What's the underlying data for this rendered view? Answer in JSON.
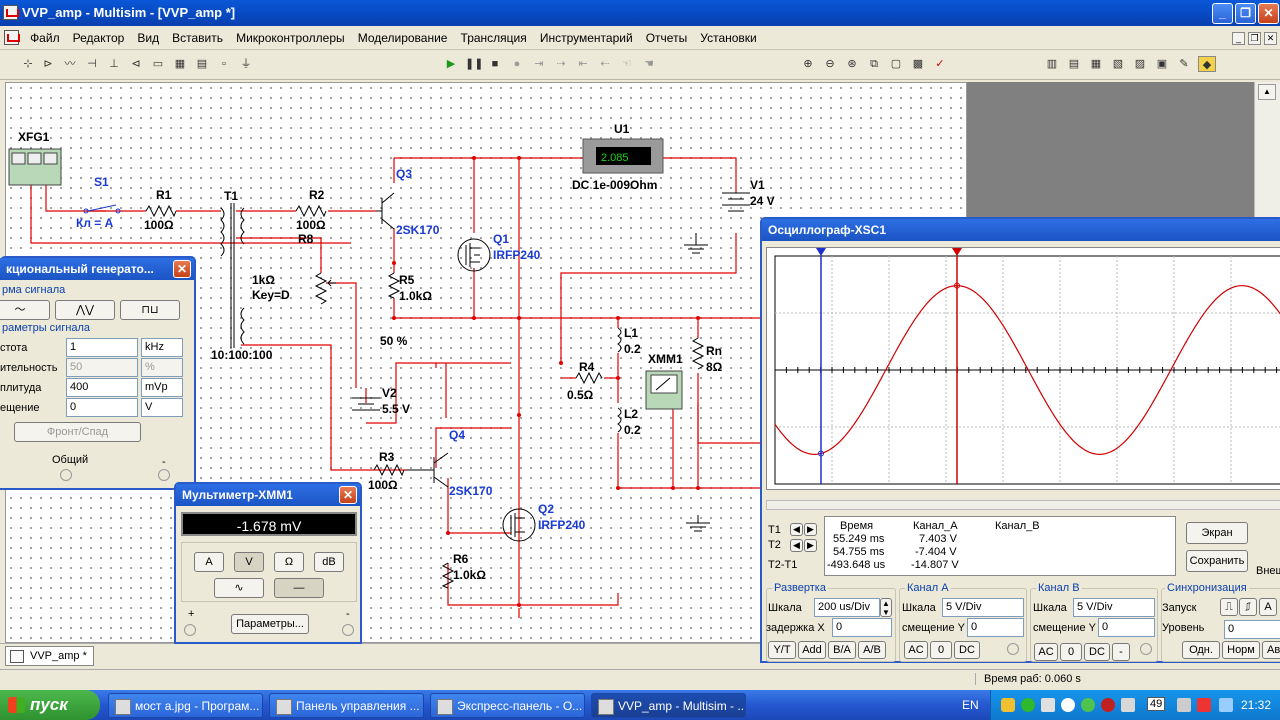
{
  "app": {
    "title": "VVP_amp - Multisim - [VVP_amp *]"
  },
  "menu": [
    "Файл",
    "Редактор",
    "Вид",
    "Вставить",
    "Микроконтроллеры",
    "Моделирование",
    "Трансляция",
    "Инструментарий",
    "Отчеты",
    "Установки"
  ],
  "schematic": {
    "xfg1": "XFG1",
    "s1": "S1",
    "key_a": "Кл = A",
    "r1": "R1",
    "r1_val": "100Ω",
    "t1": "T1",
    "t1_ratio": "10:100:100",
    "r2": "R2",
    "r2_val": "100Ω",
    "r8": "R8",
    "r8_val": "1kΩ",
    "r8_key": "Key=D",
    "r8_pct": "50 %",
    "q3": "Q3",
    "q3_type": "2SK170",
    "q1": "Q1",
    "q1_type": "IRFP240",
    "r5": "R5",
    "r5_val": "1.0kΩ",
    "u1": "U1",
    "u1_display": "2.085",
    "u1_mode": "DC  1e-009Ohm",
    "v1": "V1",
    "v1_val": "24 V",
    "l1": "L1",
    "l1_val": "0.2",
    "l2": "L2",
    "l2_val": "0.2",
    "xmm1": "XMM1",
    "rn": "Rn",
    "rn_val": "8Ω",
    "r4": "R4",
    "r4_val": "0.5Ω",
    "v2": "V2",
    "v2_val": "5.5 V",
    "q4": "Q4",
    "q4_type": "2SK170",
    "r3": "R3",
    "r3_val": "100Ω",
    "q2": "Q2",
    "q2_type": "IRFP240",
    "r6": "R6",
    "r6_val": "1.0kΩ"
  },
  "fgen": {
    "title": "кциональный генерато...",
    "waveform_label": "рма сигнала",
    "params_label": "раметры сигнала",
    "rows": [
      {
        "label": "стота",
        "value": "1",
        "unit": "kHz"
      },
      {
        "label": "ительность",
        "value": "50",
        "unit": "%"
      },
      {
        "label": "плитуда",
        "value": "400",
        "unit": "mVp"
      },
      {
        "label": "ещение",
        "value": "0",
        "unit": "V"
      }
    ],
    "edge_button": "Фронт/Спад",
    "common": "Общий",
    "minus": "-"
  },
  "multimeter": {
    "title": "Мультиметр-XMM1",
    "reading": "-1.678 mV",
    "modes": [
      "A",
      "V",
      "Ω",
      "dB"
    ],
    "params_button": "Параметры...",
    "plus": "+",
    "minus": "-"
  },
  "oscilloscope": {
    "title": "Осциллограф-XSC1",
    "cursor_t1": "T1",
    "cursor_t2": "T2",
    "cursor_diff": "T2-T1",
    "table_headers": [
      "Время",
      "Канал_A",
      "Канал_B"
    ],
    "readings": [
      [
        "55.249 ms",
        "7.403 V",
        ""
      ],
      [
        "54.755 ms",
        "-7.404 V",
        ""
      ],
      [
        "-493.648 us",
        "-14.807 V",
        ""
      ]
    ],
    "screen_button": "Экран",
    "save_button": "Сохранить",
    "ext_label": "Внеш",
    "timebase": {
      "title": "Развертка",
      "scale_label": "Шкала",
      "scale": "200 us/Div",
      "delay_label": "задержка X",
      "delay": "0",
      "modes": [
        "Y/T",
        "Add",
        "B/A",
        "A/B"
      ]
    },
    "channel_a": {
      "title": "Канал A",
      "scale_label": "Шкала",
      "scale": "5  V/Div",
      "offset_label": "смещение Y",
      "offset": "0",
      "coupling": [
        "AC",
        "0",
        "DC"
      ]
    },
    "channel_b": {
      "title": "Канал B",
      "scale_label": "Шкала",
      "scale": "5  V/Div",
      "offset_label": "смещение Y",
      "offset": "0",
      "coupling": [
        "AC",
        "0",
        "DC",
        "-"
      ]
    },
    "trigger": {
      "title": "Синхронизация",
      "start_label": "Запуск",
      "level_label": "Уровень",
      "level": "0",
      "a_button": "A",
      "modes": [
        "Одн.",
        "Норм",
        "Авто"
      ]
    }
  },
  "document_tab": "VVP_amp *",
  "status": {
    "sim_time": "Время раб: 0.060 s"
  },
  "taskbar": {
    "start": "пуск",
    "tasks": [
      "мост а.jpg - Програм...",
      "Панель управления ...",
      "Экспресс-панель - О...",
      "VVP_amp - Multisim - ..."
    ],
    "lang": "EN",
    "tray_number": "49",
    "clock": "21:32"
  },
  "colors": {
    "title_blue": "#1b54c4",
    "wire_red": "#e00000",
    "label_blue": "#1a3bd4",
    "trace_red": "#d00000",
    "cursor_blue": "#1c2fd0"
  }
}
